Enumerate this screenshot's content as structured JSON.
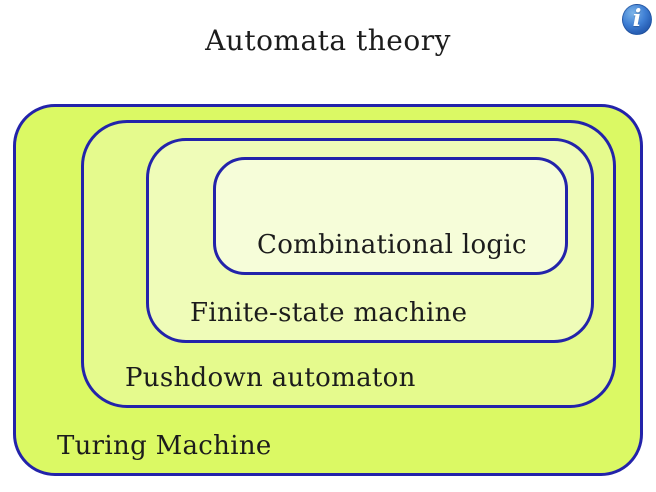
{
  "title": "Automata theory",
  "info_button": {
    "glyph": "i"
  },
  "diagram": {
    "border_color": "#2323aa",
    "text_color": "#1c1c1c",
    "levels": [
      {
        "label": "Turing Machine",
        "fill": "#dbf964"
      },
      {
        "label": "Pushdown automaton",
        "fill": "#e5fa8d"
      },
      {
        "label": "Finite-state machine",
        "fill": "#effcb8"
      },
      {
        "label": "Combinational logic",
        "fill": "#f6fdd9"
      }
    ]
  }
}
